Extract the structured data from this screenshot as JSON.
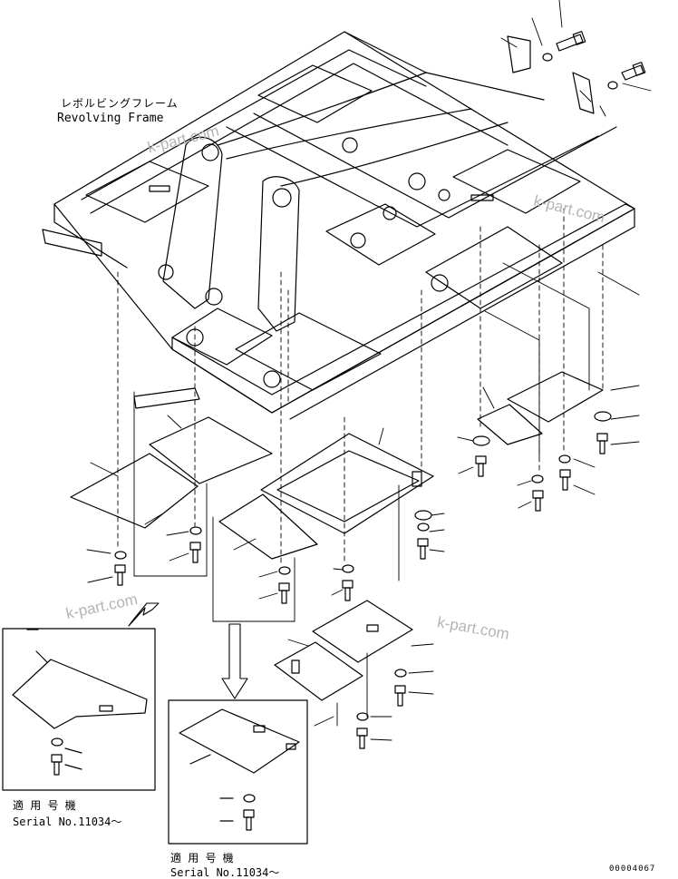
{
  "title_jp": "レボルビングフレーム",
  "title_en": "Revolving Frame",
  "watermark": "k-part.com",
  "inset_left": {
    "jp": "適 用 号 機",
    "serial": "Serial No.11034～"
  },
  "inset_bottom": {
    "jp": "適 用 号 機",
    "serial": "Serial No.11034～"
  },
  "drawing_number": "00004067",
  "colors": {
    "line": "#000000",
    "watermark": "#b4b4b4",
    "background": "#ffffff"
  }
}
